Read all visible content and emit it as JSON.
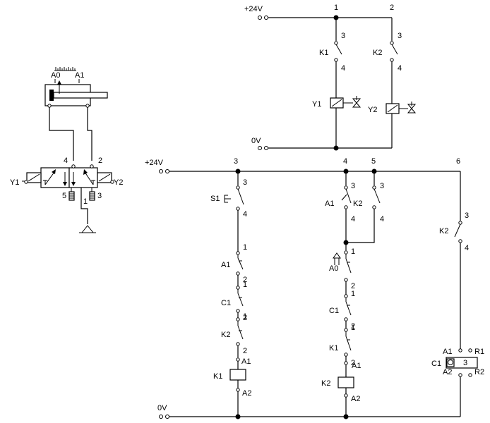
{
  "pneumatic": {
    "cylinder_sensors": [
      "A0",
      "A1"
    ],
    "valve_ports": [
      "4",
      "2",
      "5",
      "1",
      "3"
    ],
    "solenoids": [
      "Y1",
      "Y2"
    ]
  },
  "power_circuit": {
    "supply": "+24V",
    "ground": "0V",
    "nodes": [
      "1",
      "2"
    ],
    "contacts": [
      {
        "name": "K1",
        "pins": [
          "3",
          "4"
        ]
      },
      {
        "name": "K2",
        "pins": [
          "3",
          "4"
        ]
      }
    ],
    "coils": [
      "Y1",
      "Y2"
    ]
  },
  "control_circuit": {
    "supply": "+24V",
    "ground": "0V",
    "nodes": [
      "3",
      "4",
      "5",
      "6"
    ],
    "rung1": {
      "switch": {
        "name": "S1",
        "pins": [
          "3",
          "4"
        ]
      },
      "contacts": [
        {
          "name": "A1",
          "pins": [
            "1",
            "2"
          ]
        },
        {
          "name": "C1",
          "pins": [
            "1",
            "2"
          ]
        },
        {
          "name": "K2",
          "pins": [
            "1",
            "2"
          ]
        }
      ],
      "coil": {
        "name": "K1",
        "pins": [
          "A1",
          "A2"
        ]
      }
    },
    "rung2": {
      "contacts_parallel": [
        {
          "name": "A1",
          "pins": [
            "3",
            "4"
          ]
        },
        {
          "name": "K2",
          "pins": [
            "3",
            "4"
          ]
        }
      ],
      "contacts": [
        {
          "name": "A0",
          "pins": [
            "1",
            "2"
          ]
        },
        {
          "name": "C1",
          "pins": [
            "1",
            "2"
          ]
        },
        {
          "name": "K1",
          "pins": [
            "1",
            "2"
          ]
        }
      ],
      "coil": {
        "name": "K2",
        "pins": [
          "A1",
          "A2"
        ]
      }
    },
    "rung3": {
      "contact": {
        "name": "K2",
        "pins": [
          "3",
          "4"
        ]
      },
      "counter": {
        "name": "C1",
        "preset": "3",
        "pins": [
          "A1",
          "A2",
          "R1",
          "R2"
        ]
      }
    }
  }
}
